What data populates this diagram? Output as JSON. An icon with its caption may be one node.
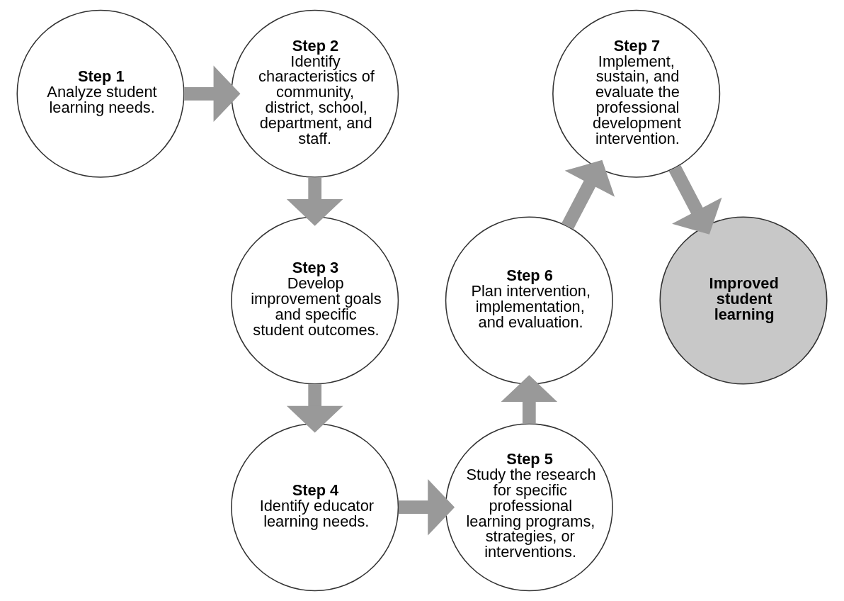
{
  "diagram": {
    "nodes": [
      {
        "text": [
          "Step 1",
          "Analyze student learning needs."
        ]
      },
      {
        "text": [
          "Step 2",
          "Identify characteristics of community, district, school, department, and staff."
        ]
      },
      {
        "text": [
          "Step 3",
          "Develop improvement goals and specific student outcomes."
        ]
      },
      {
        "text": [
          "Step 4",
          "Identify educator learning needs."
        ]
      },
      {
        "text": [
          "Step 5",
          "Study the research for specific professional learning programs, strategies, or interventions."
        ]
      },
      {
        "text": [
          "Step 6",
          "Plan intervention, implementation, and evaluation."
        ]
      },
      {
        "text": [
          "Step 7",
          "Implement, sustain, and evaluate the professional development intervention."
        ]
      },
      {
        "text": [
          "Improved student learning"
        ]
      }
    ],
    "edges": [
      {
        "from": 0,
        "to": 1,
        "arrow": "to"
      },
      {
        "from": 1,
        "to": 2,
        "arrow": "to"
      },
      {
        "from": 2,
        "to": 3,
        "arrow": "to"
      },
      {
        "from": 3,
        "to": 4,
        "arrow": "to"
      },
      {
        "from": 4,
        "to": 5,
        "arrow": "to"
      },
      {
        "from": 5,
        "to": 6,
        "arrow": "to"
      },
      {
        "from": 6,
        "to": 7,
        "arrow": "to"
      }
    ]
  }
}
